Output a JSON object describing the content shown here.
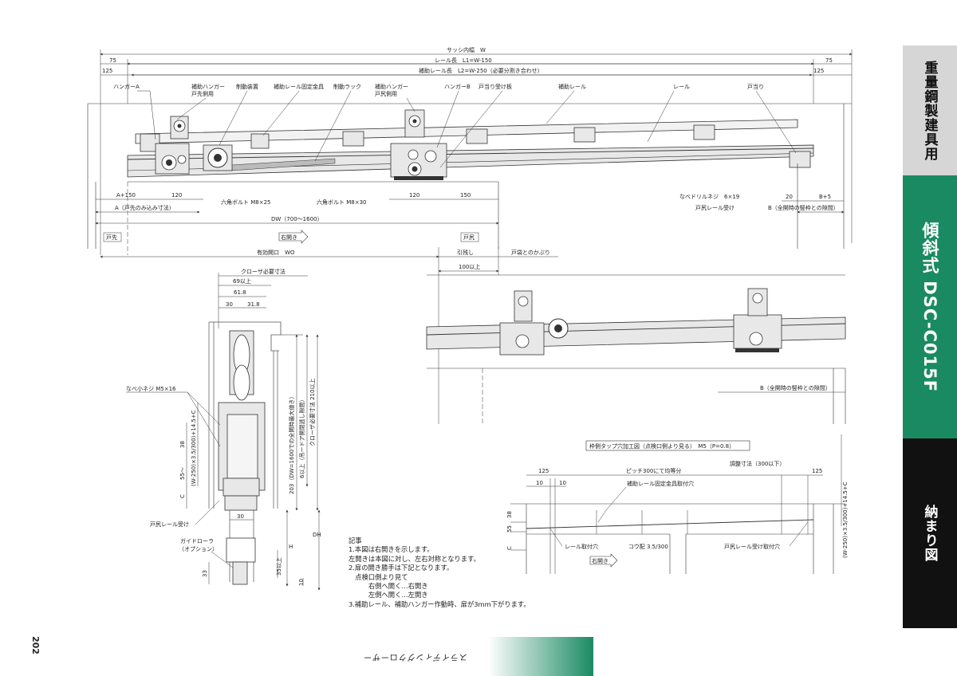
{
  "side_tabs": [
    {
      "label": "重量鋼製建具用",
      "bg": "#d6d6d6",
      "color": "#111111"
    },
    {
      "label": "傾斜式 DSC-C015F",
      "bg": "#1a8a63",
      "color": "#ffffff"
    },
    {
      "label": "納まり図",
      "bg": "#111111",
      "color": "#ffffff"
    }
  ],
  "page_number": "202",
  "footer_text": "スライディングクローザー",
  "top_view": {
    "overall_width": "サッシ内幅　W",
    "rail_length": "レール長　L1=W-150",
    "aux_rail_length": "補助レール長　L2=W-250（必要分割き合わせ）",
    "offset_75_left": "75",
    "offset_75_right": "75",
    "offset_125_left": "125",
    "offset_125_right": "125",
    "callouts": {
      "hanger_a": "ハンガーA",
      "aux_hanger_tosaki": "補助ハンガー",
      "aux_hanger_tosaki_sub": "戸先側用",
      "brake_device": "制動装置",
      "aux_rail_fixing": "補助レール固定金具",
      "brake_rack": "制動ラック",
      "aux_hanger_tojiri": "補助ハンガー",
      "aux_hanger_tojiri_sub": "戸尻側用",
      "hanger_b": "ハンガーB",
      "door_stop_plate": "戸当り受け板",
      "aux_rail": "補助レール",
      "rail": "レール",
      "door_stop": "戸当り"
    },
    "lower_dims": {
      "a150": "A+150",
      "d120a": "120",
      "hex_bolt_1": "六角ボルト M8×25",
      "hex_bolt_2": "六角ボルト M8×30",
      "d120b": "120",
      "d150": "150",
      "pan_screw": "なべドリルネジ　6×19",
      "d20": "20",
      "b5": "B+5",
      "a_note": "A（戸先のみ込み寸法）",
      "tojiri_rail_holder": "戸尻レール受け",
      "b_note": "B（全開時の竪枠との隙間）",
      "dw": "DW（700〜1600）",
      "tosaki": "戸先",
      "migibiraki": "右開き",
      "tojiri": "戸尻",
      "wo": "有効開口　WO",
      "hikinokoshi": "引残し",
      "tobukuro": "戸袋とのかぶり",
      "d100": "100以上"
    }
  },
  "open_view": {
    "b_note": "B（全開時の竪枠との隙間）"
  },
  "section_view": {
    "closer_space": "クローザ必要寸法",
    "d69": "69以上",
    "d61_8": "61.8",
    "d30": "30",
    "d31_8": "31.8",
    "pan_screw": "なべ小ネジ M5×16",
    "d38": "38",
    "d55": "55〜",
    "c": "C",
    "formula": "(W-250)×3.5/300)+14.5+C",
    "tojiri_rail_holder": "戸尻レール受け",
    "d30b": "30",
    "guide_roller": "ガイドローラ",
    "guide_roller_sub": "（オプション）",
    "d33": "33",
    "d35": "35以上",
    "d10": "10",
    "h": "H",
    "dh": "DH",
    "v203": "203（DW=1600での全開時最大値き）",
    "v6": "6以上（吊ードア開閉逃し隙間）",
    "v210": "クローザ必要寸法 210以上"
  },
  "tap_view": {
    "title": "枠側タップ穴加工図（点検口側より見る）　M5（P=0.8）",
    "pitch": "ピッチ300にて均等分",
    "adjust": "調整寸法（300以下）",
    "d125a": "125",
    "d125b": "125",
    "d10a": "10",
    "d10b": "10",
    "aux_rail_holes": "補助レール固定金具取付穴",
    "d38": "38",
    "d55": "55",
    "c": "C",
    "rail_holes": "レール取付穴",
    "slope": "コウ配 3.5/300",
    "tojiri_holes": "戸尻レール受け取付穴",
    "migibiraki": "右開き",
    "formula": "(W-250)×3.5/300)+14.5+C"
  },
  "notes_text": "記事\n1.本図は右開きを示します。\n左開きは本図に対し、左右対称となります。\n2.扉の開き勝手は下記となります。\n　点検口側より見て\n　　　右側へ開く…右開き\n　　　左側へ開く…左開き\n3.補助レール、補助ハンガー作動時、扉が3mm下がります。"
}
